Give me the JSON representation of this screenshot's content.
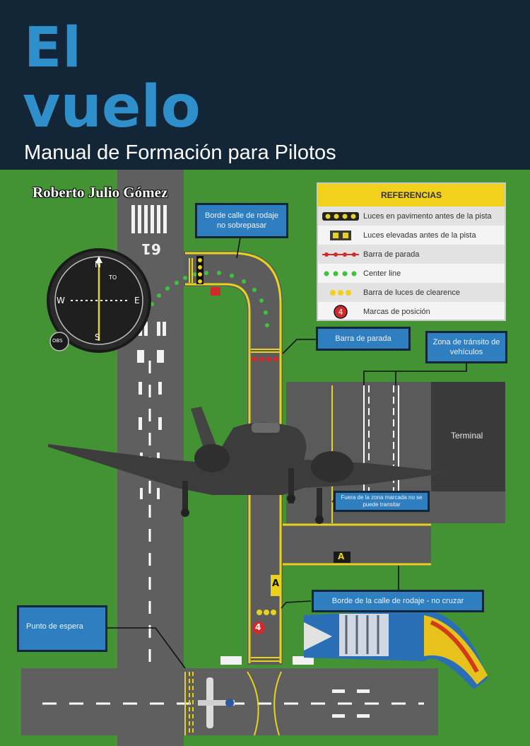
{
  "cover": {
    "title_line1": "El",
    "title_line2": "vuelo",
    "subtitle": "Manual de Formación para Pilotos",
    "author": "Roberto Julio Gómez"
  },
  "references": {
    "title": "REFERENCIAS",
    "items": [
      {
        "label": "Luces en pavimento antes de la pista",
        "symbol": "yellow-black-dots"
      },
      {
        "label": "Luces elevadas antes de la pista",
        "symbol": "elevated-lights"
      },
      {
        "label": "Barra de parada",
        "symbol": "red-dotted-line"
      },
      {
        "label": "Center line",
        "symbol": "green-dots"
      },
      {
        "label": "Barra de luces de clearence",
        "symbol": "yellow-dots"
      },
      {
        "label": "Marcas de posición",
        "symbol": "red-circle-4"
      }
    ]
  },
  "callouts": {
    "borde_calle": "Borde calle de rodaje no sobrepasar",
    "barra_parada": "Barra de parada",
    "zona_transito": "Zona de tránsito de vehículos",
    "terminal": "Terminal",
    "fuera_zona": "Fuera de la zona marcada no se puede transitar",
    "borde_no_cruzar": "Borde de la calle de rodaje - no cruzar",
    "punto_espera": "Punto de espera"
  },
  "signs": {
    "runway_number": "61",
    "taxi_sign": "A",
    "position_mark": "4",
    "compass_n": "N",
    "compass_e": "E",
    "compass_s": "S",
    "compass_w": "W",
    "compass_to": "TO",
    "compass_obs": "OBS"
  },
  "colors": {
    "header_bg": "#132638",
    "title_blue": "#2e8fcb",
    "grass": "#3f8f33",
    "asphalt": "#5c5c5c",
    "taxi_yellow": "#e8d21c",
    "callout_blue": "#2f7fc0"
  }
}
